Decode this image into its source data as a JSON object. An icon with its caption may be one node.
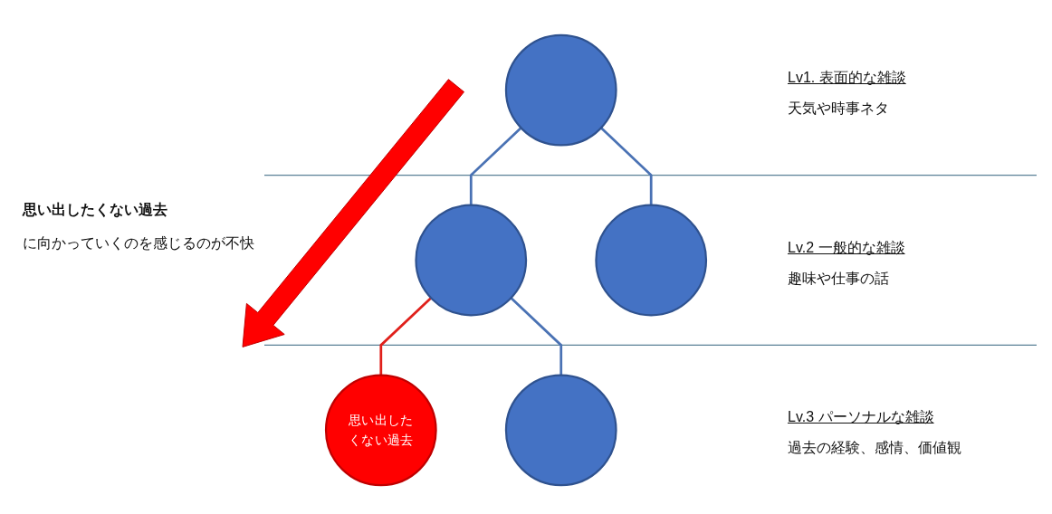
{
  "diagram": {
    "nodes": [
      {
        "text": [],
        "shape": "circle"
      },
      {
        "text": [],
        "shape": "circle"
      },
      {
        "text": [],
        "shape": "circle"
      },
      {
        "text": [
          "思い出したくない過去"
        ]
      },
      {
        "text": [],
        "shape": "circle"
      }
    ],
    "edges": [
      {
        "from": 0,
        "to": 1,
        "arrow": "none"
      },
      {
        "from": 0,
        "to": 2,
        "arrow": "none"
      },
      {
        "from": 1,
        "to": 3,
        "arrow": "none",
        "color": "#e0201b"
      },
      {
        "from": 1,
        "to": 4,
        "arrow": "none"
      }
    ],
    "labels": [
      "Lv1. 表面的な雑談",
      "天気や時事ネタ",
      "思い出したくない過去",
      "に向かっていくのを感じるのが不快",
      "Lv.2 一般的な雑談",
      "趣味や仕事の話",
      "Lv.3 パーソナルな雑談",
      "過去の経験、感情、価値観"
    ]
  }
}
